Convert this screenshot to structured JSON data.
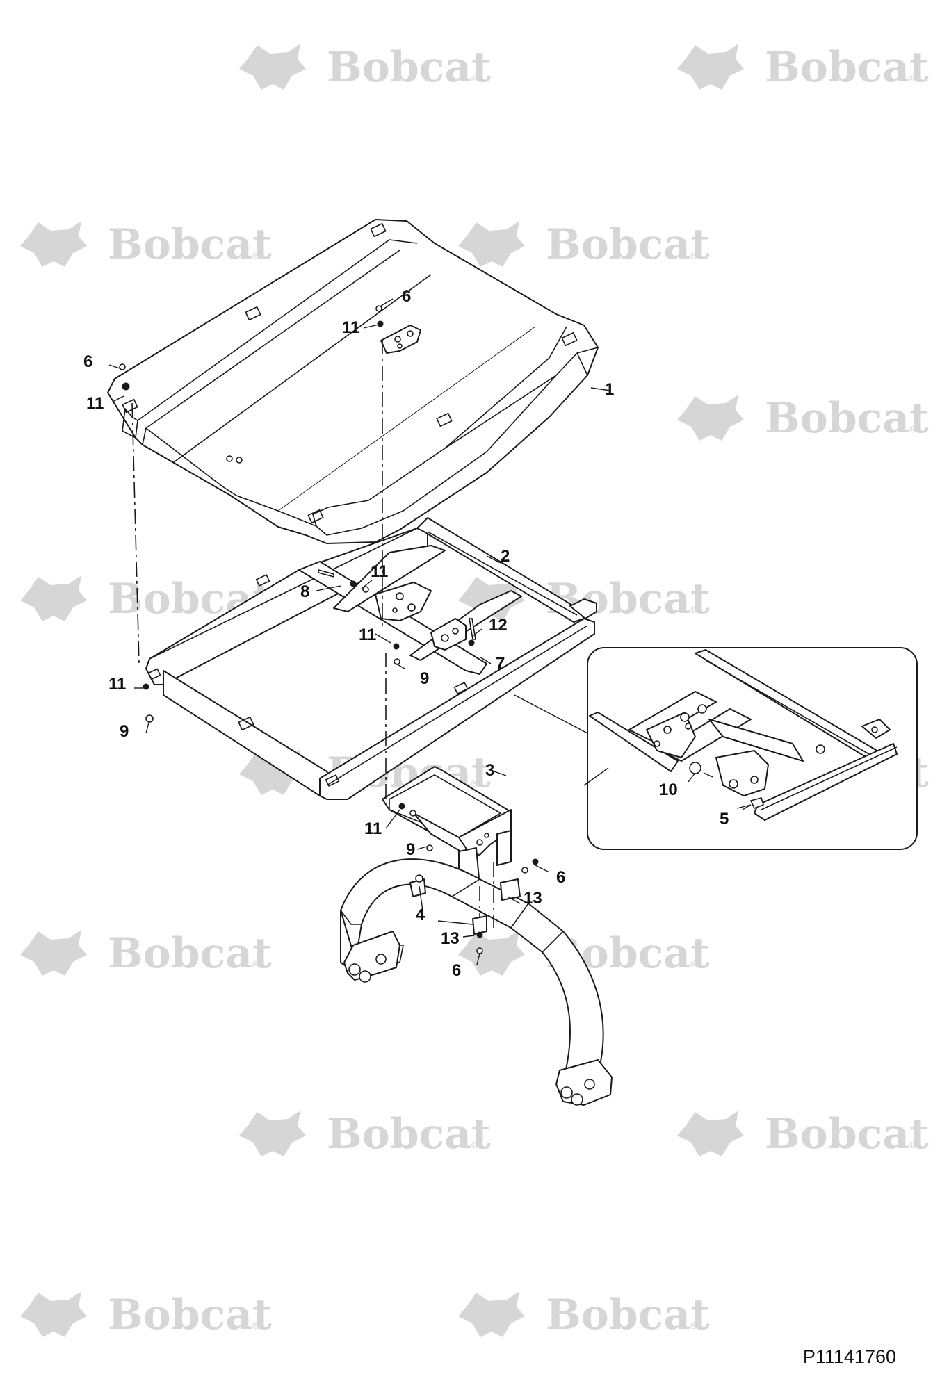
{
  "watermark": {
    "brand": "Bobcat",
    "mark": "®",
    "logo_icon": "bobcat-head-icon"
  },
  "drawing": {
    "number": "P11141760",
    "inset_present": true
  },
  "callouts": {
    "c1": "1",
    "c2": "2",
    "c3": "3",
    "c4": "4",
    "c5": "5",
    "c6a": "6",
    "c6b": "6",
    "c6c": "6",
    "c6d": "6",
    "c7": "7",
    "c8": "8",
    "c9a": "9",
    "c9b": "9",
    "c9c": "9",
    "c10": "10",
    "c11a": "11",
    "c11b": "11",
    "c11c": "11",
    "c11d": "11",
    "c11e": "11",
    "c11f": "11",
    "c12": "12",
    "c13a": "13",
    "c13b": "13"
  }
}
